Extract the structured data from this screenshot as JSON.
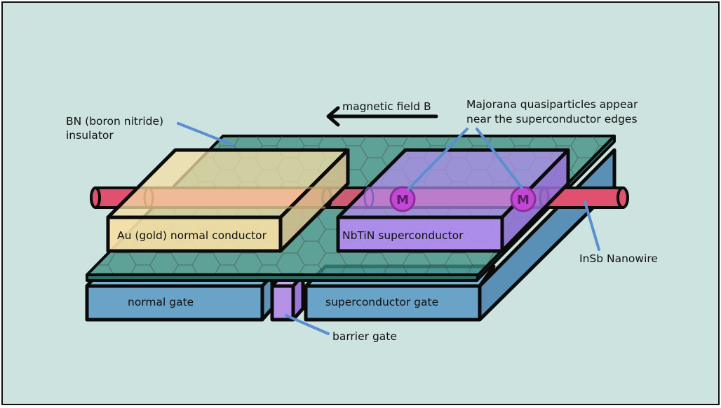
{
  "labels": {
    "magnetic_field": "magnetic field B",
    "majorana_line1": "Majorana quasiparticles appear",
    "majorana_line2": "near the superconductor edges",
    "bn_line1": "BN (boron nitride)",
    "bn_line2": "insulator",
    "au_conductor": "Au (gold) normal conductor",
    "nbtin": "NbTiN superconductor",
    "nanowire": "InSb Nanowire",
    "normal_gate": "normal gate",
    "superconductor_gate": "superconductor gate",
    "barrier_gate": "barrier gate",
    "majorana_symbol": "M"
  },
  "colors": {
    "background": "#cce3df",
    "gate": "#6aa3c8",
    "bn_layer": "#3f8f83",
    "gold": "#f6dea5",
    "superconductor": "#b38bf0",
    "nanowire": "#e0506f",
    "majorana": "#c247d4",
    "barrier": "#b592e6",
    "leader": "#5b8fd0"
  },
  "icons": {
    "field_arrow": "arrow-left-icon",
    "majorana_marker": "majorana-circle-icon"
  }
}
